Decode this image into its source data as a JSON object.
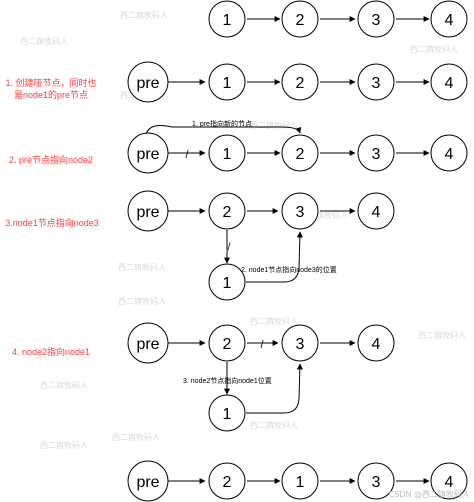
{
  "steps": [
    {
      "label_lines": [
        "1. 创建哑节点，同时也",
        "是node1的pre节点"
      ]
    },
    {
      "label_lines": [
        "2. pre节点指向node2"
      ]
    },
    {
      "label_lines": [
        "3.node1节点指向node3"
      ]
    },
    {
      "label_lines": [
        "4. node2指向node1"
      ]
    }
  ],
  "annotations": {
    "pre_to_new": "1. pre指向新的节点",
    "node1_to_node3": "2. node1节点指向node3的位置",
    "node2_to_node1": "3. node2节点指向node1位置",
    "cut_mark": "/"
  },
  "nodes": {
    "pre": "pre",
    "n1": "1",
    "n2": "2",
    "n3": "3",
    "n4": "4"
  },
  "watermark_text": "西二旗牧码人",
  "footer_watermark": "CSDN @西二旗牧码人",
  "colors": {
    "step_label": "#ff3b3b",
    "stroke": "#000000",
    "watermark": "#d9d9d9"
  }
}
